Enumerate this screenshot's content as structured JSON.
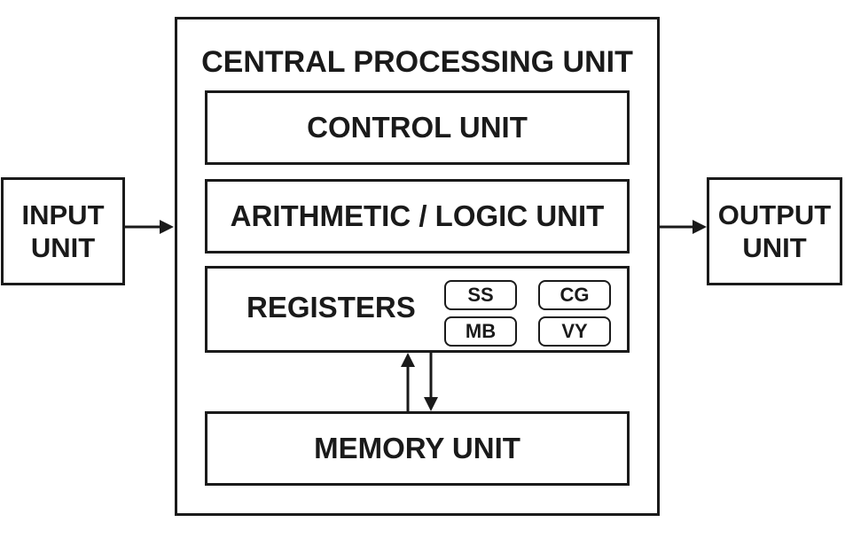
{
  "cpu": {
    "title": "CENTRAL PROCESSING UNIT"
  },
  "input_unit": {
    "line1": "INPUT",
    "line2": "UNIT"
  },
  "output_unit": {
    "line1": "OUTPUT",
    "line2": "UNIT"
  },
  "control_unit": {
    "label": "CONTROL UNIT"
  },
  "alu": {
    "label": "ARITHMETIC / LOGIC UNIT"
  },
  "registers": {
    "label": "REGISTERS",
    "items": [
      "SS",
      "CG",
      "MB",
      "VY"
    ]
  },
  "memory_unit": {
    "label": "MEMORY UNIT"
  },
  "colors": {
    "stroke": "#1a1a1a",
    "background": "#ffffff"
  }
}
